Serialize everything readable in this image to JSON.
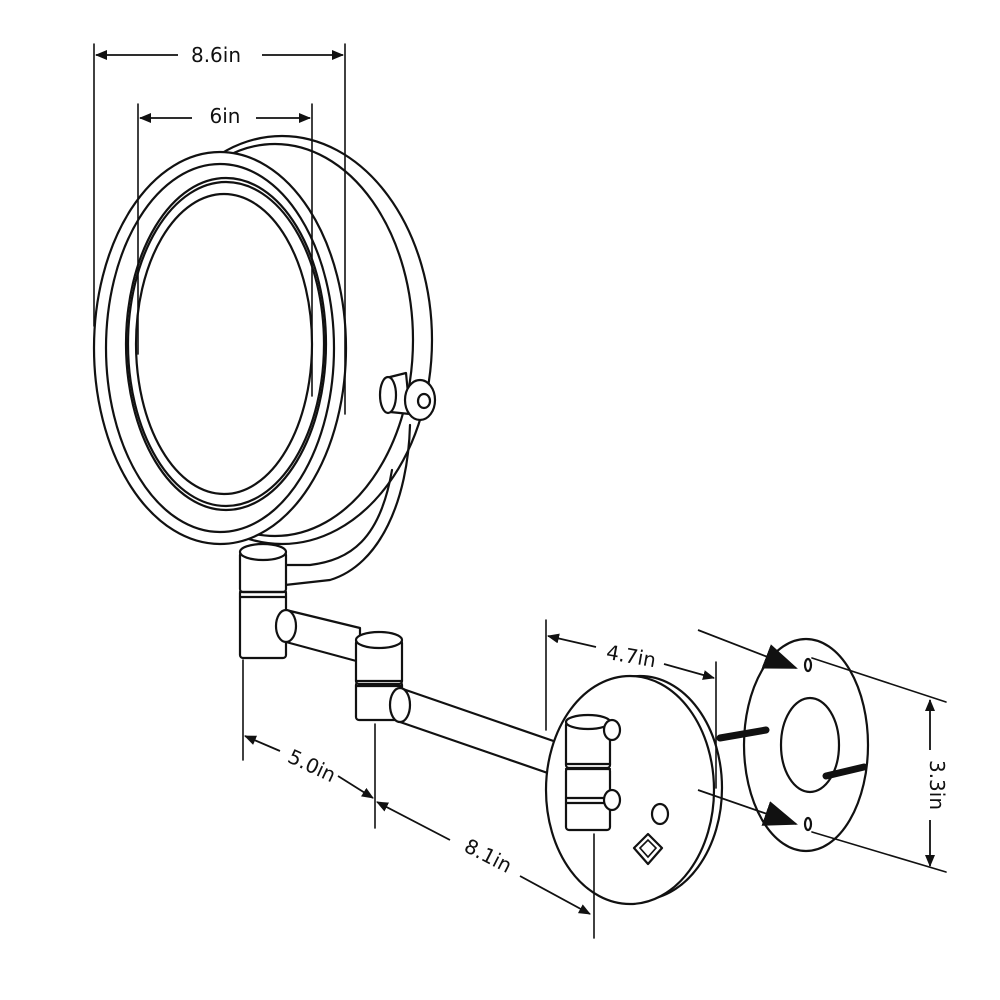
{
  "dimensions": {
    "outer_diameter": "8.6in",
    "mirror_diameter": "6in",
    "base_depth": "4.7in",
    "base_height": "3.3in",
    "arm_short": "5.0in",
    "arm_long": "8.1in"
  }
}
